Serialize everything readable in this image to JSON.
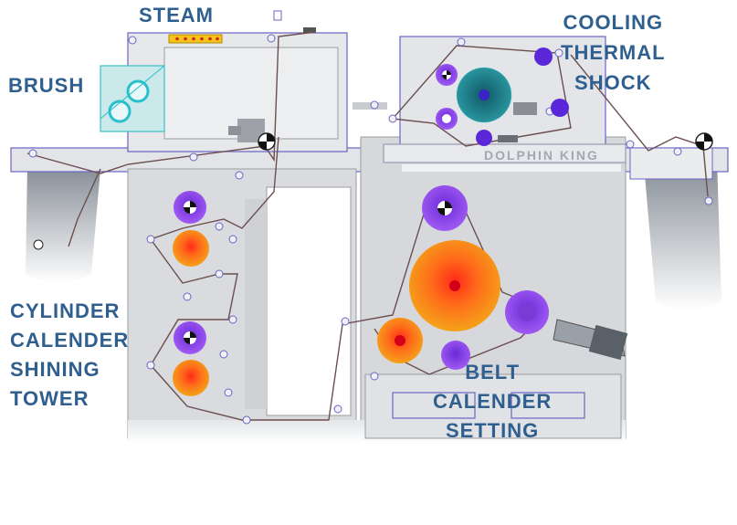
{
  "labels": {
    "steam": "STEAM",
    "brush": "BRUSH",
    "cooling": [
      "COOLING",
      "THERMAL",
      "SHOCK"
    ],
    "cylinder": [
      "CYLINDER",
      "CALENDER",
      "SHINING",
      "TOWER"
    ],
    "belt": [
      "BELT",
      "CALENDER",
      "SETTING"
    ],
    "brand_plate": "DOLPHIN KING"
  },
  "colors": {
    "label_text": "#2f5f8f",
    "frame": "#d8dadd",
    "frame_line": "#6a63c9",
    "heated_roll": "#f25a10",
    "cooling_roll": "#8a3ae6",
    "brush_roll": "#1b7a86",
    "belt_path": "#7a5a5a"
  },
  "icons": [
    "heated-roll-icon",
    "cooling-roll-icon",
    "brush-roll-icon",
    "steam-heater-icon",
    "tensioner-icon"
  ]
}
